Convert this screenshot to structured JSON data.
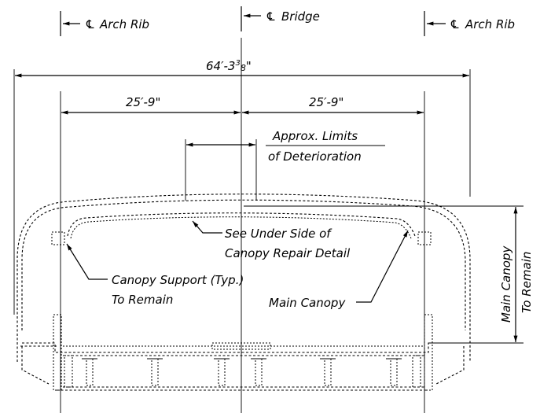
{
  "centerlines": {
    "left_symbol": "℄",
    "left_label": "Arch Rib",
    "center_symbol": "℄",
    "center_label": "Bridge",
    "right_symbol": "℄",
    "right_label": "Arch Rib"
  },
  "dimensions": {
    "overall_main": "64′-3",
    "overall_sup": "3",
    "overall_sub": "8",
    "overall_suffix": "\"",
    "left_half": "25′-9\"",
    "right_half": "25′-9\""
  },
  "notes": {
    "limits_line1": "Approx. Limits",
    "limits_line2": "of Deterioration",
    "underside_line1": "See Under Side of",
    "underside_line2": "Canopy Repair Detail",
    "support_line1": "Canopy Support (Typ.)",
    "support_line2": "To Remain",
    "main_canopy": "Main Canopy",
    "vertical_line1": "Main Canopy",
    "vertical_line2": "To Remain"
  }
}
